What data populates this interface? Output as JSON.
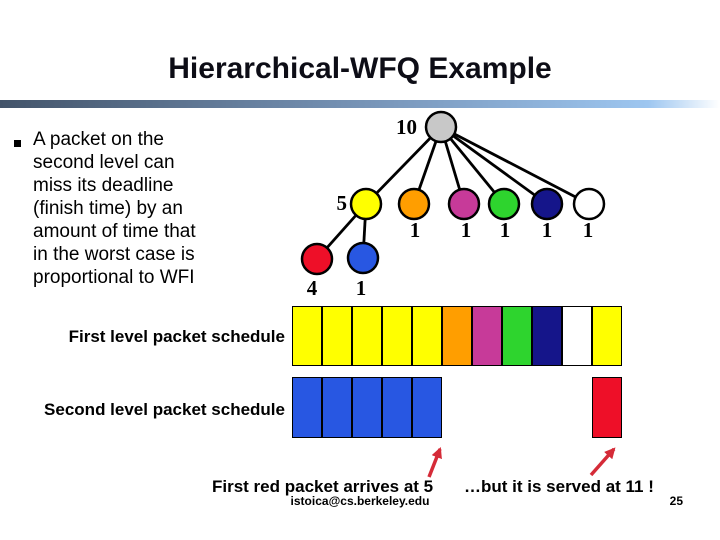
{
  "slide": {
    "title": "Hierarchical-WFQ Example",
    "footer_email": "istoica@cs.berkeley.edu",
    "page_number": "25"
  },
  "bullet": {
    "lines": [
      "A packet on the",
      "second level can",
      "miss its deadline",
      "(finish time) by an",
      "amount of time that",
      "in the worst case is",
      "proportional to WFI"
    ]
  },
  "colors": {
    "gray": "#c8c8c8",
    "yellow": "#ffff00",
    "orange": "#ff9e00",
    "pink": "#c73a99",
    "green": "#2ed42e",
    "navy": "#15158a",
    "white": "#ffffff",
    "red": "#ee0f28",
    "blue": "#2857e2",
    "arrow_red": "#d52b38",
    "bar_left": "#43546a",
    "bar_right": "#9dc6f0"
  },
  "tree": {
    "root": {
      "label": "10",
      "color": "gray"
    },
    "level1": [
      {
        "label": "5",
        "color": "yellow"
      },
      {
        "label": "1",
        "color": "orange"
      },
      {
        "label": "1",
        "color": "pink"
      },
      {
        "label": "1",
        "color": "green"
      },
      {
        "label": "1",
        "color": "navy"
      },
      {
        "label": "1",
        "color": "white"
      }
    ],
    "level2": [
      {
        "label": "4",
        "color": "red"
      },
      {
        "label": "1",
        "color": "blue"
      }
    ]
  },
  "schedules": {
    "first_label": "First level packet schedule",
    "second_label": "Second level packet schedule",
    "first_cells": [
      "yellow",
      "yellow",
      "yellow",
      "yellow",
      "yellow",
      "orange",
      "pink",
      "green",
      "navy",
      "white",
      "yellow"
    ],
    "second_cells": [
      "blue",
      "blue",
      "blue",
      "blue",
      "blue",
      null,
      null,
      null,
      null,
      null,
      "red"
    ]
  },
  "captions": {
    "arrival": "First red packet arrives at 5",
    "served": "…but it is served at 11 !"
  }
}
